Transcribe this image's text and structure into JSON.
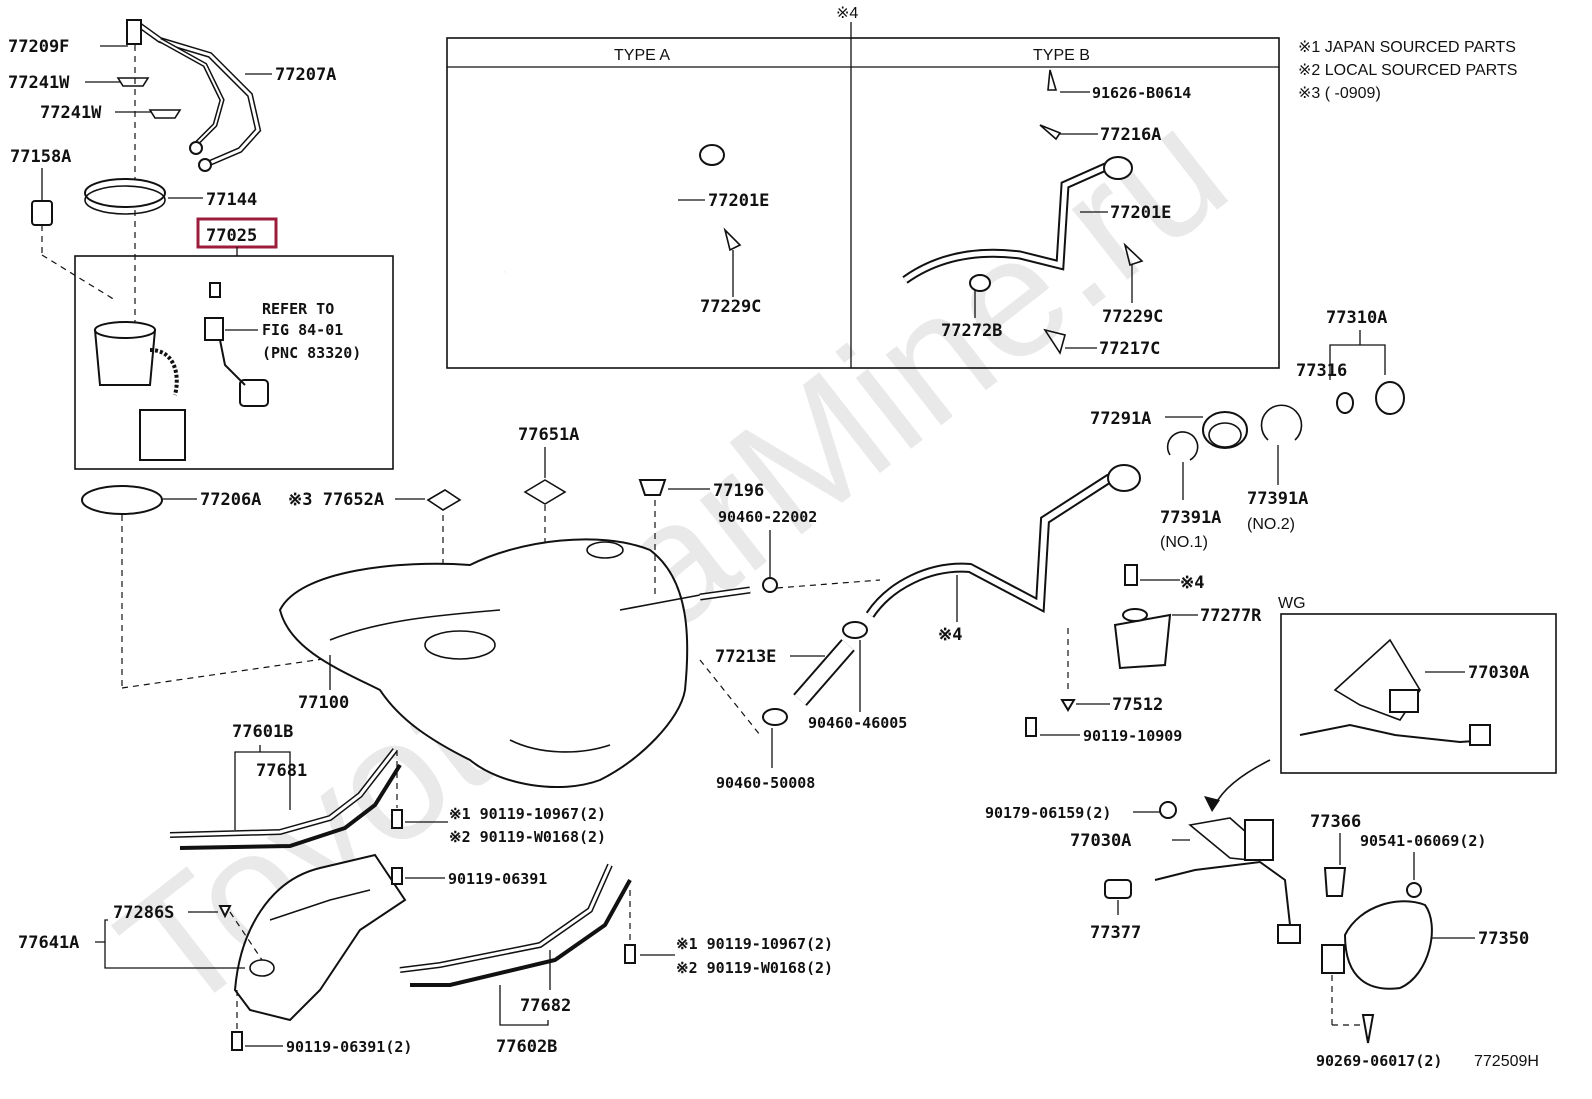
{
  "watermark": "ToyotaCarMine.ru",
  "highlight_color": "#9c1c3c",
  "footer_code": "772509H",
  "notes": {
    "top_marker": "※4",
    "legend": [
      "※1 JAPAN SOURCED PARTS",
      "※2 LOCAL SOURCED PARTS",
      "※3 (      -0909)"
    ]
  },
  "type_box": {
    "type_a": "TYPE  A",
    "type_b": "TYPE  B"
  },
  "refer_note": [
    "REFER TO",
    "FIG 84-01",
    "(PNC 83320)"
  ],
  "wg_label": "WG",
  "labels": {
    "l77209F": "77209F",
    "l77207A": "77207A",
    "l77241W_1": "77241W",
    "l77241W_2": "77241W",
    "l77158A": "77158A",
    "l77144": "77144",
    "l77025": "77025",
    "l77206A": "77206A",
    "l77652A": "※3 77652A",
    "l77651A": "77651A",
    "l77196": "77196",
    "l90460_22002": "90460-22002",
    "l77100": "77100",
    "l77213E": "77213E",
    "l90460_46005": "90460-46005",
    "l90460_50008": "90460-50008",
    "l77601B": "77601B",
    "l77681": "77681",
    "l90119_10967_a": "※1 90119-10967(2)",
    "l90119_W0168_a": "※2 90119-W0168(2)",
    "l90119_06391": "90119-06391",
    "l77286S": "77286S",
    "l77641A": "77641A",
    "l90119_06391_2": "90119-06391(2)",
    "l77682": "77682",
    "l77602B": "77602B",
    "l90119_10967_b": "※1 90119-10967(2)",
    "l90119_W0168_b": "※2 90119-W0168(2)",
    "l77201E_a": "77201E",
    "l77229C_a": "77229C",
    "l91626": "91626-B0614",
    "l77216A": "77216A",
    "l77201E_b": "77201E",
    "l77229C_b": "77229C",
    "l77272B": "77272B",
    "l77217C": "77217C",
    "l77310A": "77310A",
    "l77316": "77316",
    "l77291A": "77291A",
    "l77391A_1": "77391A",
    "l77391A_1n": "(NO.1)",
    "l77391A_2": "77391A",
    "l77391A_2n": "(NO.2)",
    "l_x4": "※4",
    "l_x4b": "※4",
    "l77277R": "77277R",
    "l77512": "77512",
    "l90119_10909": "90119-10909",
    "l77030A_a": "77030A",
    "l90179": "90179-06159(2)",
    "l77030A_b": "77030A",
    "l77366": "77366",
    "l90541": "90541-06069(2)",
    "l77377": "77377",
    "l77350": "77350",
    "l90269": "90269-06017(2)"
  }
}
